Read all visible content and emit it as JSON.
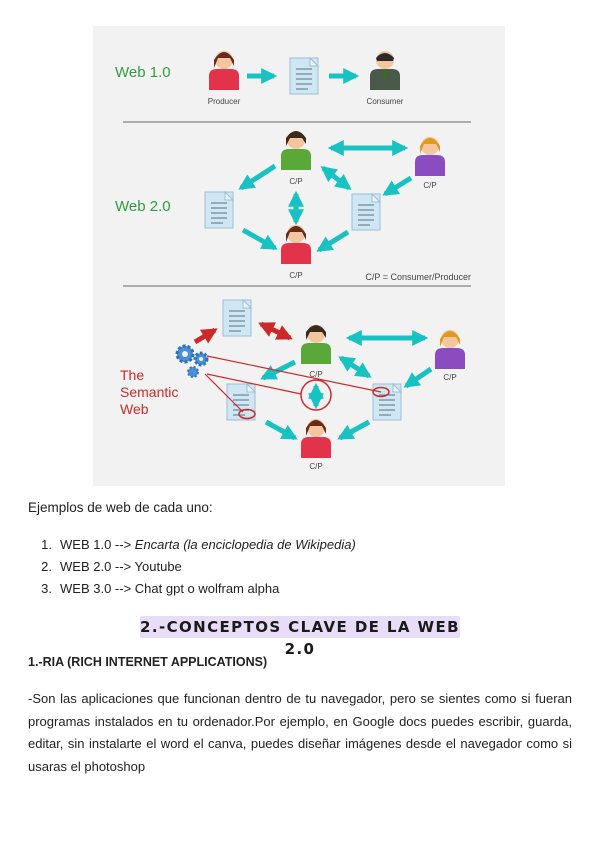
{
  "diagram": {
    "web1": {
      "label": "Web 1.0",
      "producer_label": "Producer",
      "consumer_label": "Consumer"
    },
    "web2": {
      "label": "Web 2.0",
      "cp_label": "C/P",
      "legend": "C/P = Consumer/Producer"
    },
    "semantic": {
      "label_line1": "The",
      "label_line2": "Semantic",
      "label_line3": "Web",
      "cp_label": "C/P"
    },
    "colors": {
      "teal": "#19c2c2",
      "green_label": "#2e9e3e",
      "red": "#cc2a2a",
      "doc": "#cfe6f3",
      "background": "#f2f2f2"
    }
  },
  "examples": {
    "intro": "Ejemplos de web de cada uno:",
    "items": [
      {
        "num": "1.",
        "prefix": "WEB 1.0 --> ",
        "text": "Encarta (la enciclopedia de Wikipedia)",
        "italic": true
      },
      {
        "num": "2.",
        "prefix": "WEB 2.0 --> ",
        "text": "Youtube",
        "italic": false
      },
      {
        "num": "3.",
        "prefix": "WEB 3.0 --> ",
        "text": "Chat gpt o wolfram alpha",
        "italic": false
      }
    ]
  },
  "section": {
    "heading": "2.-CONCEPTOS CLAVE DE LA WEB 2.0",
    "subheading": "1.-RIA (RICH INTERNET APPLICATIONS)",
    "paragraph": "-Son las aplicaciones que funcionan dentro de tu navegador, pero se sientes como si fueran programas instalados en tu ordenador.Por ejemplo, en Google docs puedes escribir, guarda, editar, sin instalarte el word el canva, puedes diseñar imágenes desde el navegador como si usaras el photoshop"
  }
}
